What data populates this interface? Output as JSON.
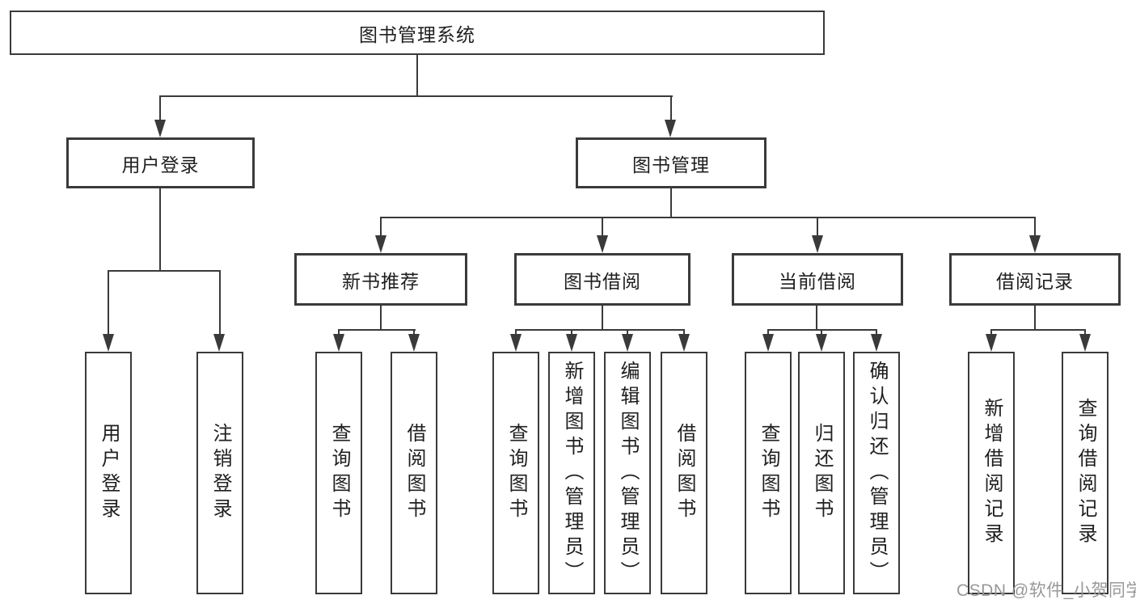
{
  "diagram": {
    "root": {
      "label": "图书管理系统"
    },
    "level2": [
      {
        "label": "用户登录"
      },
      {
        "label": "图书管理"
      }
    ],
    "level3": [
      {
        "label": "新书推荐"
      },
      {
        "label": "图书借阅"
      },
      {
        "label": "当前借阅"
      },
      {
        "label": "借阅记录"
      }
    ],
    "leaves": {
      "login": [
        "用户登录",
        "注销登录"
      ],
      "newbook": [
        "查询图书",
        "借阅图书"
      ],
      "borrow": [
        "查询图书",
        "新增图书（管理员）",
        "编辑图书（管理员）",
        "借阅图书"
      ],
      "current": [
        "查询图书",
        "归还图书",
        "确认归还（管理员）"
      ],
      "records": [
        "新增借阅记录",
        "查询借阅记录"
      ]
    }
  },
  "watermark": "CSDN @软件_小贺同学",
  "colors": {
    "line": "#3a3a3a",
    "text": "#1f1f1f",
    "watermark_text": "#989898",
    "background": "#ffffff"
  }
}
